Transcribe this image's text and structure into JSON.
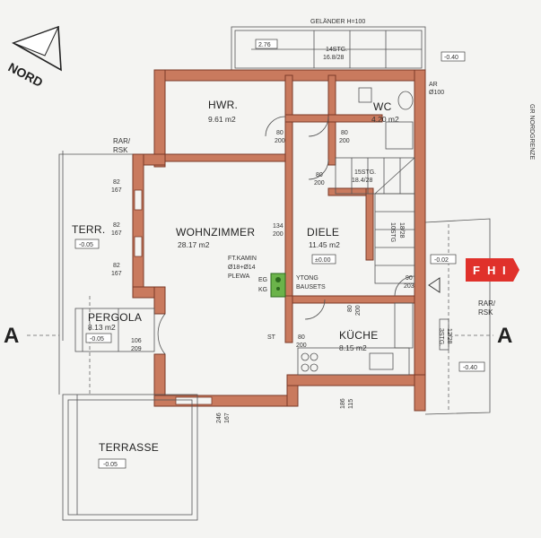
{
  "plan": {
    "north_label": "NORD",
    "railing_label": "GELÄNDER H=100",
    "section_label": "A",
    "boundary_label": "GR NORDGRENZE",
    "rooms": {
      "hwr": {
        "name": "HWR.",
        "area": "9.61 m2"
      },
      "wc": {
        "name": "WC",
        "area": "4.20 m2"
      },
      "wohnzimmer": {
        "name": "WOHNZIMMER",
        "area": "28.17 m2"
      },
      "diele": {
        "name": "DIELE",
        "area": "11.45 m2"
      },
      "kueche": {
        "name": "KÜCHE",
        "area": "8.15 m2"
      },
      "terr": {
        "name": "TERR."
      },
      "pergola": {
        "name": "PERGOLA",
        "area": "8.13 m2"
      },
      "terrasse": {
        "name": "TERRASSE"
      }
    },
    "levels": {
      "top_right": "-0.40",
      "terr": "-0.05",
      "pergola": "-0.05",
      "terrasse": "-0.05",
      "diele": "±0.00",
      "right_mid": "-0.02",
      "right_low": "-0.40",
      "top_stair": "2.76"
    },
    "notes": {
      "kamin_1": "FT.KAMIN",
      "kamin_2": "Ø18+Ø14",
      "kamin_3": "PLEWA",
      "eg": "EG",
      "kg": "KG",
      "ytong_1": "YTONG",
      "ytong_2": "BAUSETS",
      "rar_left_1": "RAR/",
      "rar_left_2": "RSK",
      "rar_right_1": "RAR/",
      "rar_right_2": "RSK",
      "ar_1": "AR",
      "ar_2": "Ø100",
      "stg_top_1": "14STG.",
      "stg_top_2": "16.8/28",
      "stg_mid_1": "15STG.",
      "stg_mid_2": "18.4/28",
      "stg_inner_1": "10STG",
      "stg_inner_2": "18/28",
      "stg_right_1": "3STG.",
      "stg_right_2": "12/28",
      "st": "ST"
    },
    "door_dims": {
      "hwr": [
        "80",
        "200"
      ],
      "wc": [
        "80",
        "200"
      ],
      "stair": [
        "80",
        "200"
      ],
      "diele": [
        "134",
        "200"
      ],
      "entry": [
        "90",
        "203"
      ],
      "kueche_top": [
        "80",
        "200"
      ],
      "kueche_left": [
        "80",
        "200"
      ],
      "pergola": [
        "106",
        "209"
      ]
    },
    "window_dims": {
      "w1": [
        "82",
        "167"
      ],
      "w2": [
        "82",
        "167"
      ],
      "w3": [
        "82",
        "167"
      ],
      "bottom": [
        "246",
        "167"
      ],
      "kueche_bottom": [
        "186",
        "115"
      ]
    }
  },
  "logo": {
    "letters": [
      "F",
      "H",
      "I"
    ],
    "color": "#e0312b"
  }
}
